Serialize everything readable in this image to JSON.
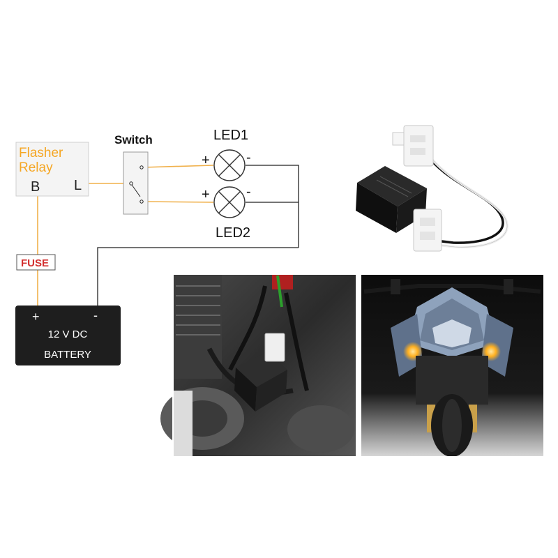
{
  "diagram": {
    "relay": {
      "line1": "Flasher",
      "line2": "Relay",
      "pin_b": "B",
      "pin_l": "L"
    },
    "switch": {
      "label": "Switch"
    },
    "led1": {
      "label": "LED1",
      "plus": "+",
      "minus": "-"
    },
    "led2": {
      "label": "LED2",
      "plus": "+",
      "minus": "-"
    },
    "fuse": {
      "label": "FUSE"
    },
    "battery": {
      "plus": "+",
      "minus": "-",
      "line1": "12 V DC",
      "line2": "BATTERY"
    }
  },
  "colors": {
    "wire_orange": "#f0b04a",
    "wire_dark": "#222222",
    "relay_text": "#f5a623",
    "fuse_red": "#d32f2f",
    "battery_bg": "#1e1e1e"
  },
  "photos": {
    "product": "flasher-relay-product-photo",
    "install": "engine-install-photo",
    "motorcycle": "motorcycle-front-photo"
  }
}
